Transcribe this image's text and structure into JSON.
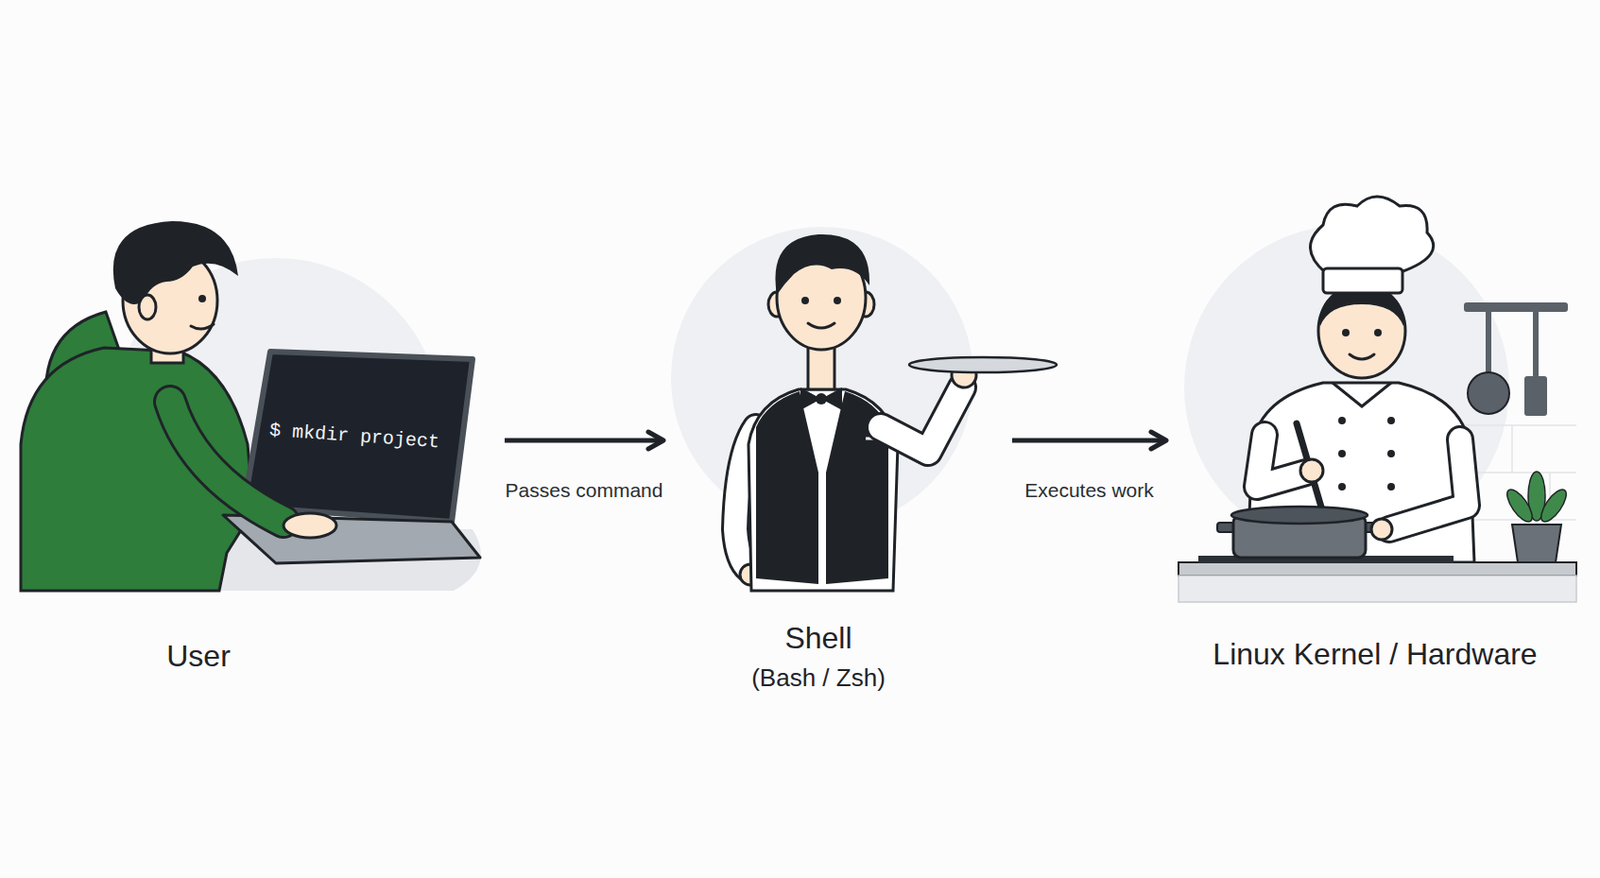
{
  "diagram": {
    "nodes": [
      {
        "text": [
          "User"
        ]
      },
      {
        "text": [
          "Shell",
          "(Bash / Zsh)"
        ]
      },
      {
        "text": [
          "Linux Kernel / Hardware"
        ]
      }
    ],
    "edges": [
      {
        "from": 0,
        "to": 1,
        "arrow": "to",
        "label": "Passes command"
      },
      {
        "from": 1,
        "to": 2,
        "arrow": "to",
        "label": "Executes work"
      }
    ],
    "labels": [
      "$ mkdir project"
    ]
  }
}
